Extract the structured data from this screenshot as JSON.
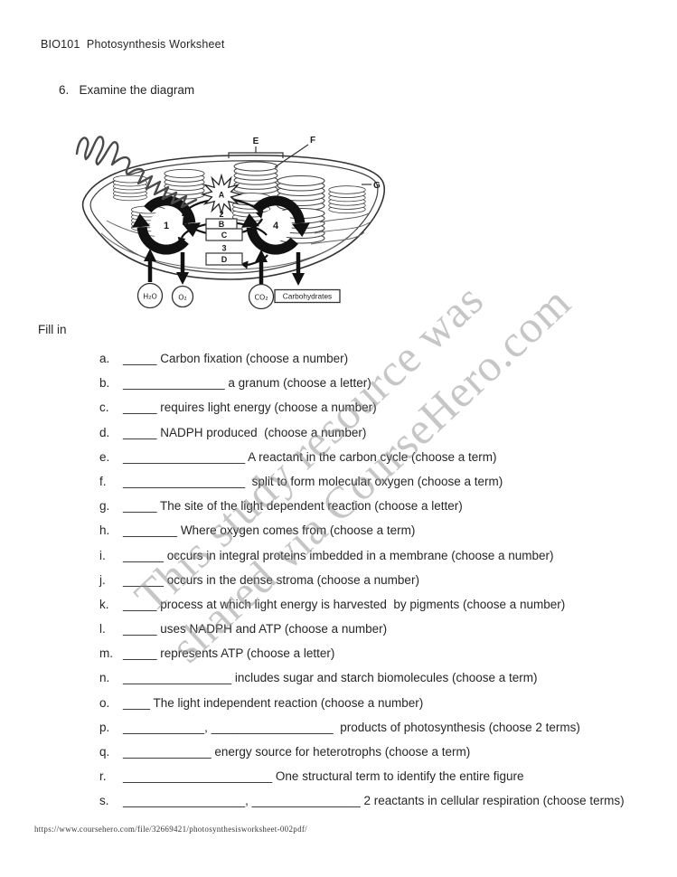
{
  "page": {
    "header": "BIO101  Photosynthesis Worksheet",
    "question": "6.   Examine the diagram",
    "fill_in_label": "Fill in",
    "footer_url": "https://www.coursehero.com/file/32669421/photosynthesisworksheet-002pdf/"
  },
  "watermark": {
    "line1": "This study resource was",
    "line2": "shared via CourseHero.com"
  },
  "diagram": {
    "label_e": "E",
    "label_f": "F",
    "label_g": "G",
    "label_a": "A",
    "num_2": "2",
    "label_b": "B",
    "label_c": "C",
    "num_3": "3",
    "label_d": "D",
    "num_1": "1",
    "num_4": "4",
    "mol_h2o": "H₂O",
    "mol_o2": "O₂",
    "mol_co2": "CO₂",
    "carbohydrates": "Carbohydrates"
  },
  "items": [
    {
      "letter": "a.",
      "text": "_____ Carbon fixation (choose a number)"
    },
    {
      "letter": "b.",
      "text": "_______________ a granum (choose a letter)"
    },
    {
      "letter": "c.",
      "text": "_____ requires light energy (choose a number)"
    },
    {
      "letter": "d.",
      "text": "_____ NADPH produced  (choose a number)"
    },
    {
      "letter": "e.",
      "text": "__________________ A reactant in the carbon cycle (choose a term)"
    },
    {
      "letter": "f.",
      "text": "__________________  split to form molecular oxygen (choose a term)"
    },
    {
      "letter": "g.",
      "text": "_____ The site of the light dependent reaction (choose a letter)"
    },
    {
      "letter": "h.",
      "text": "________ Where oxygen comes from (choose a term)"
    },
    {
      "letter": "i.",
      "text": "______ occurs in integral proteins imbedded in a membrane (choose a number)"
    },
    {
      "letter": "j.",
      "text": "______ occurs in the dense stroma (choose a number)"
    },
    {
      "letter": "k.",
      "text": "_____ process at which light energy is harvested  by pigments (choose a number)"
    },
    {
      "letter": "l.",
      "text": "_____ uses NADPH and ATP (choose a number)"
    },
    {
      "letter": "m.",
      "text": "_____ represents ATP (choose a letter)"
    },
    {
      "letter": "n.",
      "text": "________________ includes sugar and starch biomolecules (choose a term)"
    },
    {
      "letter": "o.",
      "text": "____ The light independent reaction (choose a number)"
    },
    {
      "letter": "p.",
      "text": "____________, __________________  products of photosynthesis (choose 2 terms)"
    },
    {
      "letter": "q.",
      "text": "_____________ energy source for heterotrophs (choose a term)"
    },
    {
      "letter": "r.",
      "text": "______________________ One structural term to identify the entire figure"
    },
    {
      "letter": "s.",
      "text": "__________________, ________________ 2 reactants in cellular respiration (choose terms)"
    }
  ]
}
